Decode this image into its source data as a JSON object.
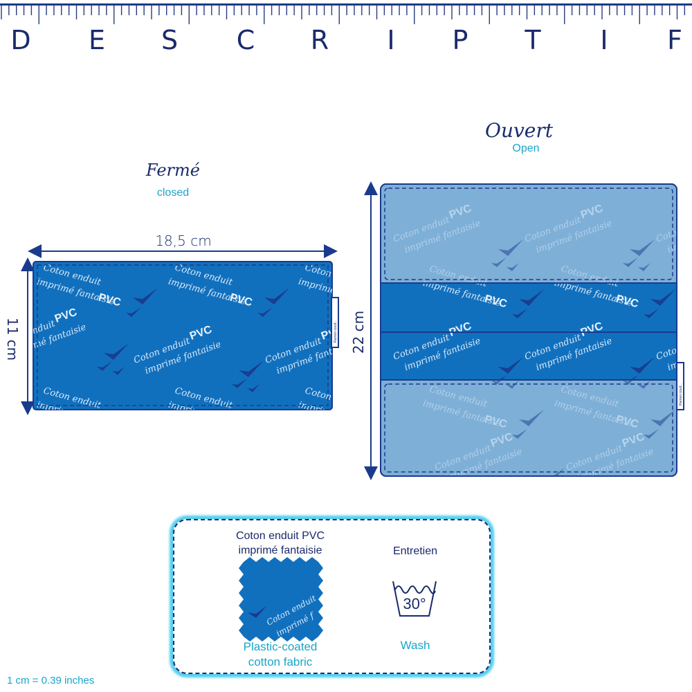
{
  "header": {
    "title_letters": [
      "D",
      "E",
      "S",
      "C",
      "R",
      "I",
      "P",
      "T",
      "I",
      "F"
    ]
  },
  "closed_view": {
    "title_script": "Fermé",
    "title_en": "closed",
    "width_label": "18,5 cm",
    "height_label": "11 cm",
    "tag_text": "Ramon coud..."
  },
  "open_view": {
    "title_script": "Ouvert",
    "title_en": "Open",
    "height_label": "22 cm",
    "tag_text": "Ramon coud..."
  },
  "fabric_print": {
    "line1": "Coton enduit",
    "line1_bold": "PVC",
    "line2": "imprimé fantaisie"
  },
  "legend": {
    "material_title_line1": "Coton enduit PVC",
    "material_title_line2": "imprimé fantaisie",
    "material_en_line1": "Plastic-coated",
    "material_en_line2": "cotton fabric",
    "swatch_text_line1": "Coton enduit",
    "swatch_text_line2": "imprimé f",
    "care_title": "Entretien",
    "care_icon": "wash-30-icon",
    "care_temp": "30°",
    "care_en": "Wash"
  },
  "footer": {
    "conversion_note": "1 cm = 0.39 inches"
  },
  "colors": {
    "dark_navy": "#1a2a6c",
    "fabric_blue": "#1170be",
    "fabric_light_blue": "#7fb0d8",
    "accent_cyan": "#1aa6c8",
    "glow_cyan": "#3ec8ec"
  }
}
